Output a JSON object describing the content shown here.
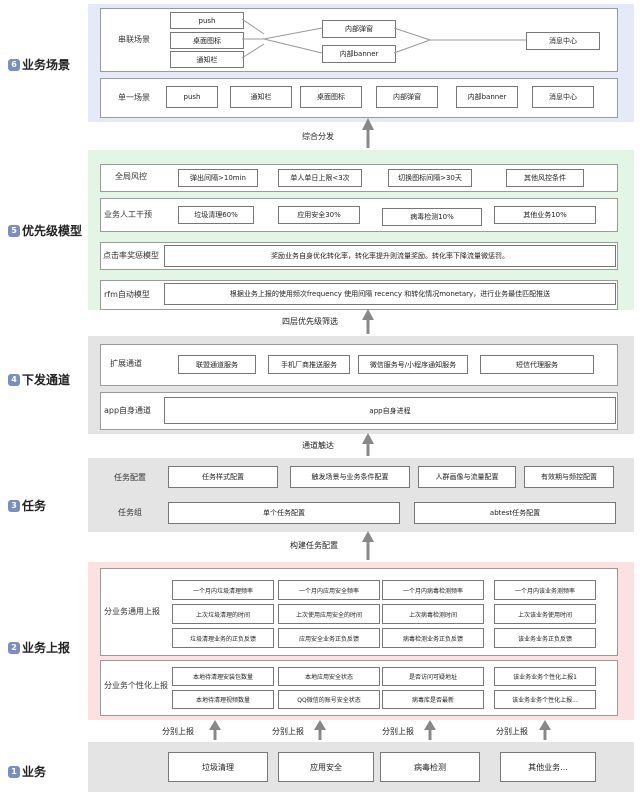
{
  "layers": {
    "scene": {
      "num": "6",
      "title": "业务场景"
    },
    "priority": {
      "num": "5",
      "title": "优先级模型"
    },
    "channel": {
      "num": "4",
      "title": "下发通道"
    },
    "task": {
      "num": "3",
      "title": "任务"
    },
    "report": {
      "num": "2",
      "title": "业务上报"
    },
    "biz": {
      "num": "1",
      "title": "业务"
    }
  },
  "scene": {
    "series_label": "串联场景",
    "series_sources": [
      "push",
      "桌面图标",
      "通知栏"
    ],
    "series_mid": [
      "内部弹窗",
      "内部banner"
    ],
    "series_target": "消息中心",
    "single_label": "单一场景",
    "single_items": [
      "push",
      "通知栏",
      "桌面图标",
      "内部弹窗",
      "内部banner",
      "消息中心"
    ]
  },
  "connectors": {
    "c1": "综合分发",
    "c2": "四层优先级筛选",
    "c3": "通道触达",
    "c4": "构建任务配置",
    "c5": [
      "分别上报",
      "分别上报",
      "分别上报",
      "分别上报"
    ]
  },
  "priority": {
    "risk_label": "全局风控",
    "risk_items": [
      "弹出间隔>10min",
      "单人单日上限<3次",
      "切换图标间隔>30天",
      "其他风控条件"
    ],
    "manual_label": "业务人工干预",
    "manual_items": [
      "垃圾清理60%",
      "应用安全30%",
      "病毒检测10%",
      "其他业务10%"
    ],
    "ctr_label": "点击率奖惩模型",
    "ctr_text": "奖励业务自身优化转化率，转化率提升则流量奖励。转化率下降流量微惩罚。",
    "rfm_label": "rfm自动模型",
    "rfm_text": "根据业务上报的使用频次frequency 使用间隔 recency 和转化情况monetary，进行业务最佳匹配推送"
  },
  "channel": {
    "ext_label": "扩展通道",
    "ext_items": [
      "联盟通道服务",
      "手机厂商推送服务",
      "微信服务号/小程序通知服务",
      "短信代理服务"
    ],
    "app_label": "app自身通道",
    "app_text": "app自身进程"
  },
  "task": {
    "config_label": "任务配置",
    "config_items": [
      "任务样式配置",
      "触发场景与业务条件配置",
      "人群画像与流量配置",
      "有效期与频控配置"
    ],
    "group_label": "任务组",
    "group_items": [
      "单个任务配置",
      "abtest任务配置"
    ]
  },
  "report": {
    "common_label": "分业务通用上报",
    "common_grid": [
      [
        "一个月内垃圾清理频率",
        "一个月内应用安全频率",
        "一个月内病毒检测频率",
        "一个月内该业务测频率"
      ],
      [
        "上次垃圾清理的时间",
        "上次使用应用安全的时间",
        "上次病毒检测时间",
        "上次该业务使用时间"
      ],
      [
        "垃圾清理业务的正负反馈",
        "应用安全业务正负反馈",
        "病毒检测业务正负反馈",
        "该业务业务正负反馈"
      ]
    ],
    "personal_label": "分业务个性化上报",
    "personal_grid": [
      [
        "本地待清理安装包数量",
        "本地应用安全状态",
        "是否访问可疑地址",
        "该业务业务个性化上报1"
      ],
      [
        "本地待清理视频数量",
        "QQ微信的账号安全状态",
        "病毒库是否最新",
        "该业务业务个性化上报..."
      ]
    ]
  },
  "biz": {
    "items": [
      "垃圾清理",
      "应用安全",
      "病毒检测",
      "其他业务..."
    ]
  }
}
